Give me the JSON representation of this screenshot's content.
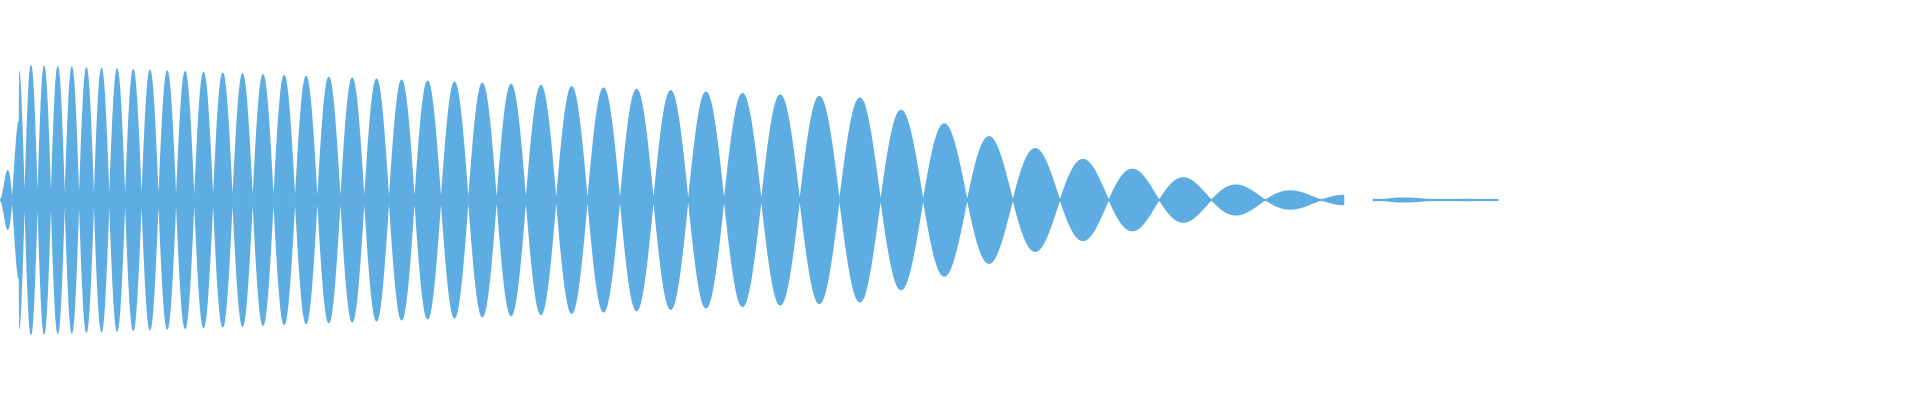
{
  "waveform": {
    "color": "#5dade2",
    "background": "#ffffff",
    "envelope": {
      "peak_amplitude": 0.68,
      "decay_start_fraction": 0.45,
      "end_fraction": 0.78
    },
    "cycles": 55,
    "segments": [
      {
        "start_fraction": 0.0,
        "end_fraction": 0.7
      },
      {
        "start_fraction": 0.715,
        "end_fraction": 0.78
      }
    ]
  }
}
